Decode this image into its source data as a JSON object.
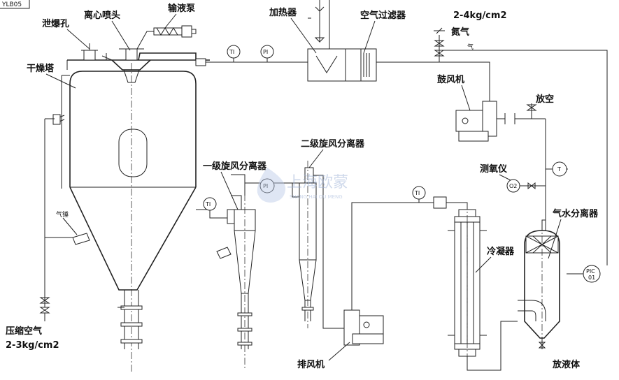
{
  "labels": {
    "explosion_hole": "泄爆孔",
    "atomizer": "离心喷头",
    "feed_pump": "输液泵",
    "heater": "加热器",
    "air_filter": "空气过滤器",
    "nitrogen_pressure": "2-4kg/cm2",
    "nitrogen": "氮气",
    "nitrogen_small": "气",
    "drying_tower": "干燥塔",
    "blower": "鼓风机",
    "vent": "放空",
    "oxygen_meter": "测氧仪",
    "oxygen_symbol": "O2",
    "cyclone_2": "二级旋风分离器",
    "cyclone_1": "一级旋风分离器",
    "gas_liquid_separator": "气水分离器",
    "condenser": "冷凝器",
    "air_hammer": "气锤",
    "compressed_air": "压缩空气",
    "compressed_air_pressure": "2-3kg/cm2",
    "exhaust_fan": "排风机",
    "drain": "放液体",
    "corner_code": "YLB05"
  },
  "instruments": {
    "ti": "TI",
    "pi": "PI",
    "t": "T",
    "pic": "PIC",
    "pic_num": "01"
  },
  "watermark": {
    "cn": "上海欧蒙",
    "en": "SHANG HAI OU MENG"
  }
}
